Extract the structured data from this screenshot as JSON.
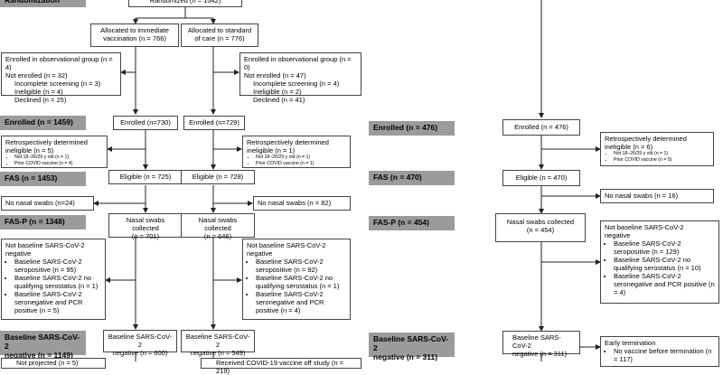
{
  "stages": {
    "randomization": "Randomization",
    "enrolled_left": "Enrolled (n = 1459)",
    "fas_left": "FAS (n = 1453)",
    "fasp_left": "FAS-P (n = 1348)",
    "baseline_left_1": "Baseline SARS-CoV-2",
    "baseline_left_2": "negative (n = 1149)",
    "enrolled_right": "Enrolled (n = 476)",
    "fas_right": "FAS (n = 470)",
    "fasp_right": "FAS-P (n = 454)",
    "baseline_right_1": "Baseline SARS-CoV-2",
    "baseline_right_2": "negative (n = 311)"
  },
  "boxes": {
    "randomized": "Randomized (n = 1542)",
    "alloc_imm_1": "Allocated to immediate",
    "alloc_imm_2": "vaccination (n = 766)",
    "alloc_std_1": "Allocated to standard",
    "alloc_std_2": "of care (n = 776)",
    "excl_left": {
      "title": "Enrolled in observational group (n = 4)",
      "not_enrolled": "Not enrolled (n = 32)",
      "items": [
        "Incomplete screening (n = 3)",
        "Ineligible (n = 4)",
        "Declined (n = 25)"
      ]
    },
    "excl_right": {
      "title": "Enrolled in observational group (n = 0)",
      "not_enrolled": "Not enrolled (n = 47)",
      "items": [
        "Incomplete screening (n = 4)",
        "Ineligible (n = 2)",
        "Declined (n = 41)"
      ]
    },
    "enrolled_a": "Enrolled (n=730)",
    "enrolled_b": "Enrolled (n=729)",
    "retro_left": {
      "line1": "Retrospectively determined",
      "line2": "ineligible (n = 5)",
      "items": [
        "Not 18–26/29 y old (n = 1)",
        "Prior COVID vaccine (n = 4)"
      ]
    },
    "retro_mid": {
      "line1": "Retrospectively determined",
      "line2": "ineligible (n = 1)",
      "items": [
        "Not 18–26/29 y old (n = 1)",
        "Prior COVID vaccine (n = 1)"
      ]
    },
    "eligible_a": "Eligible (n = 725)",
    "eligible_b": "Eligible (n = 728)",
    "noswab_left": "No nasal swabs (n=24)",
    "noswab_mid": "No nasal swabs (n = 82)",
    "swab_a_1": "Nasal swabs collected",
    "swab_a_2": "(n = 701)",
    "swab_b_1": "Nasal swabs collected",
    "swab_b_2": "(n = 646)",
    "notneg_left": {
      "l1": "Not baseline SARS-CoV-2",
      "l2": "negative",
      "items": [
        "Baseline SARS-CoV-2 seropositive (n = 95)",
        "Baseline SARS-CoV-2 no qualifying serostatus (n = 1)",
        "Baseline SARS-CoV-2 seronegative and PCR positive (n = 5)"
      ]
    },
    "notneg_mid": {
      "l1": "Not baseline SARS-CoV-2",
      "l2": "negative",
      "items": [
        "Baseline SARS-CoV-2 seropositive (n = 92)",
        "Baseline SARS-CoV-2 no qualifying serostatus (n = 1)",
        "Baseline SARS-CoV-2 seronegative and PCR positive (n = 4)"
      ]
    },
    "base_a_1": "Baseline SARS-CoV-2",
    "base_a_2": "negative (n = 600)",
    "base_b_1": "Baseline SARS-CoV-2",
    "base_b_2": "negative (n = 549)",
    "enrolled_r": "Enrolled (n = 476)",
    "retro_right": {
      "line1": "Retrospectively determined",
      "line2": "ineligible (n = 6)",
      "items": [
        "Not 18–26/29 y old (n = 1)",
        "Prior COVID vaccine (n = 5)"
      ]
    },
    "eligible_r": "Eligible (n = 470)",
    "noswab_right": "No nasal swabs (n = 16)",
    "swab_r_1": "Nasal swabs collected",
    "swab_r_2": "(n = 454)",
    "notneg_right": {
      "l1": "Not baseline SARS-CoV-2",
      "l2": "negative",
      "items": [
        "Baseline SARS-CoV-2 seropositive (n = 129)",
        "Baseline SARS-CoV-2 no qualifying serostatus (n = 10)",
        "Baseline SARS-CoV-2 seronegative and PCR positive (n = 4)"
      ]
    },
    "base_r_1": "Baseline SARS-CoV-2",
    "base_r_2": "negative (n = 311)",
    "early_term": {
      "title": "Early termination",
      "items": [
        "No vaccine before termination (n = 117)"
      ]
    },
    "partial_left": "Not projected (n = 5)",
    "partial_mid": "Received COVID-19 vaccine off study (n = 219)"
  }
}
